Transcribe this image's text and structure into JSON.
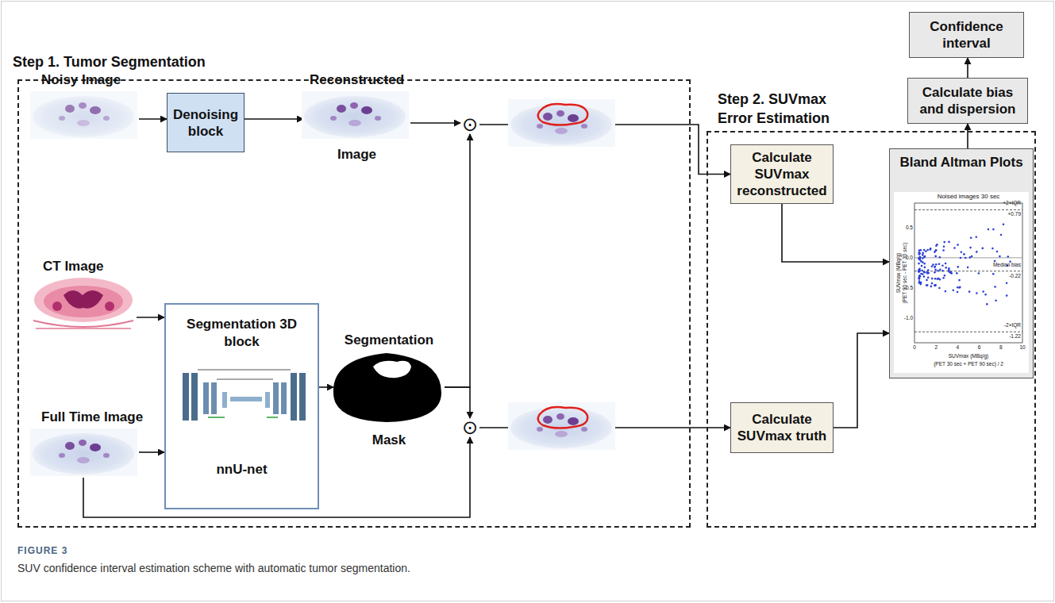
{
  "diagram": {
    "caption": "SUV confidence interval estimation scheme with automatic tumor segmentation.",
    "nodes": [
      {
        "text": [
          "Step 1. Tumor Segmentation"
        ]
      },
      {
        "text": [
          "Noisy Image"
        ],
        "in": 0
      },
      {
        "text": [
          "Denoising block"
        ],
        "in": 0
      },
      {
        "text": [
          "Reconstructed",
          "Image"
        ],
        "in": 0
      },
      {
        "text": [
          "CT Image"
        ],
        "in": 0
      },
      {
        "text": [
          "Segmentation 3D block",
          "nnU-net"
        ],
        "in": 0
      },
      {
        "text": [
          "Full Time Image"
        ],
        "in": 0
      },
      {
        "text": [
          "Segmentation",
          "Mask"
        ],
        "in": 0
      },
      {
        "text": [
          "⊙"
        ],
        "in": 0
      },
      {
        "text": [
          "⊙"
        ],
        "in": 0
      },
      {
        "text": [
          "Step 2. SUVmax Error Estimation"
        ]
      },
      {
        "text": [
          "Calculate SUVmax reconstructed"
        ],
        "in": 10
      },
      {
        "text": [
          "Calculate SUVmax truth"
        ],
        "in": 10
      },
      {
        "text": [
          "Bland Altman Plots"
        ],
        "in": 10
      },
      {
        "text": [
          "Calculate bias and dispersion"
        ]
      },
      {
        "text": [
          "Confidence interval"
        ]
      }
    ],
    "edges": [
      {
        "from": 1,
        "to": 2,
        "arrow": "to"
      },
      {
        "from": 2,
        "to": 3,
        "arrow": "to"
      },
      {
        "from": 3,
        "to": 8,
        "arrow": "to"
      },
      {
        "from": 4,
        "to": 5,
        "arrow": "to"
      },
      {
        "from": 6,
        "to": 5,
        "arrow": "to"
      },
      {
        "from": 5,
        "to": 7,
        "arrow": "to"
      },
      {
        "from": 7,
        "to": 8,
        "arrow": "to"
      },
      {
        "from": 7,
        "to": 9,
        "arrow": "to"
      },
      {
        "from": 6,
        "to": 9,
        "arrow": "to"
      },
      {
        "from": 8,
        "to": 11,
        "arrow": "to"
      },
      {
        "from": 9,
        "to": 12,
        "arrow": "to"
      },
      {
        "from": 11,
        "to": 13,
        "arrow": "to"
      },
      {
        "from": 12,
        "to": 13,
        "arrow": "to"
      },
      {
        "from": 13,
        "to": 14,
        "arrow": "to"
      },
      {
        "from": 14,
        "to": 15,
        "arrow": "to"
      }
    ],
    "labels": [
      "FIGURE 3",
      "Noised images 30 sec",
      "+2×IQR",
      "+0.79",
      "Median bias",
      "-0.22",
      "-2×IQR",
      "-1.22",
      "SUVmax (MBq/g)",
      "(PET 90 sec - PET 30 sec)",
      "SUVmax (MBq/g)",
      "(PET 30 sec + PET 90 sec) / 2",
      "0.5",
      "0.0",
      "-0.5",
      "-1.0",
      "0",
      "2",
      "4",
      "6",
      "8",
      "10"
    ]
  }
}
